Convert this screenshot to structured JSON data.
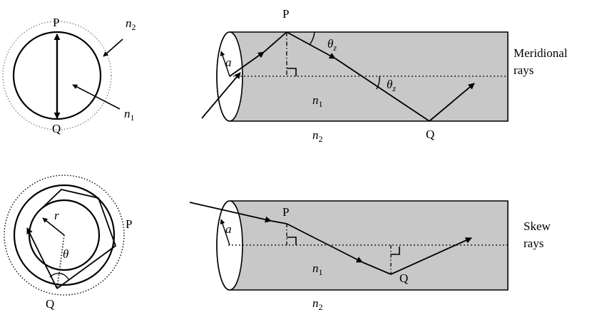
{
  "colors": {
    "core": "#c8c8c8",
    "stroke": "#000000",
    "background": "#ffffff"
  },
  "top": {
    "circle": {
      "point_top": "P",
      "point_bottom": "Q",
      "outer_index": "n",
      "outer_index_sub": "2",
      "inner_index": "n",
      "inner_index_sub": "1"
    },
    "fiber": {
      "point_top": "P",
      "point_bottom": "Q",
      "radius": "a",
      "angle_a": "θ",
      "angle_a_sub": "z",
      "angle_b": "θ",
      "angle_b_sub": "z",
      "core_index": "n",
      "core_index_sub": "1",
      "clad_index": "n",
      "clad_index_sub": "2"
    },
    "caption": {
      "line1": "Meridional",
      "line2": "rays"
    }
  },
  "bottom": {
    "circle": {
      "point_right": "P",
      "point_bottom": "Q",
      "radius": "r",
      "angle": "θ"
    },
    "fiber": {
      "point_top": "P",
      "point_bottom": "Q",
      "radius": "a",
      "core_index": "n",
      "core_index_sub": "1",
      "clad_index": "n",
      "clad_index_sub": "2"
    },
    "caption": {
      "line1": "Skew",
      "line2": "rays"
    }
  }
}
